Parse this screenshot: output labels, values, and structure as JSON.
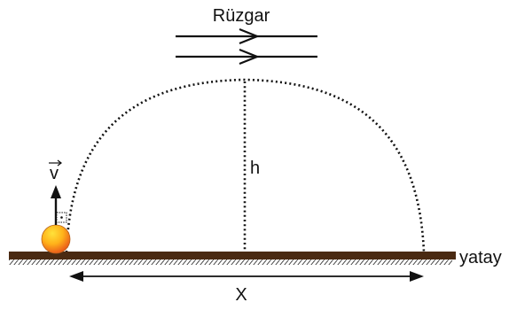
{
  "labels": {
    "wind": "Rüzgar",
    "velocity": "v",
    "height": "h",
    "horizontal": "yatay",
    "range": "X"
  },
  "colors": {
    "ground": "#4a2a12",
    "ink": "#111111",
    "ball_light": "#ffe23a",
    "ball_mid": "#ffb21a",
    "ball_dark": "#e8501a"
  },
  "icons": {
    "velocity_vector": "arrow-up-icon",
    "right_angle": "right-angle-marker-icon",
    "wind": "wind-arrow-icon",
    "ball": "ball-icon"
  }
}
